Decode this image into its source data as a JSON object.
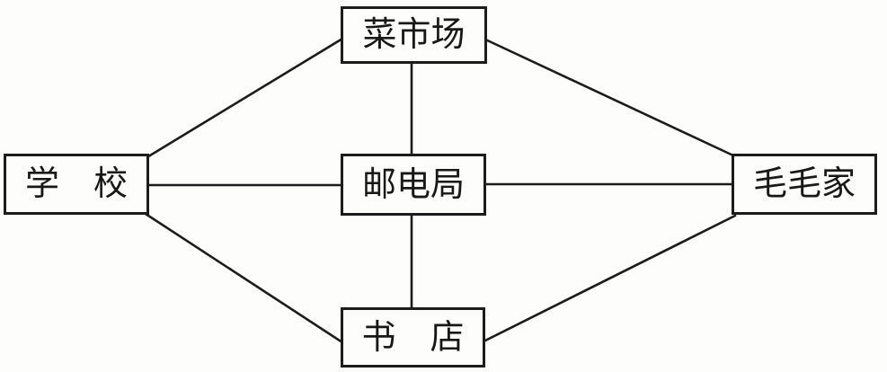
{
  "diagram": {
    "type": "graph",
    "title": "",
    "colors": {
      "ink": "#1c1c1c",
      "paper": "#fdfdfc"
    },
    "nodes": [
      {
        "id": "market",
        "label": "菜市场",
        "position": "top-center"
      },
      {
        "id": "school",
        "label": "学　校",
        "position": "middle-left"
      },
      {
        "id": "post_office",
        "label": "邮电局",
        "position": "center"
      },
      {
        "id": "maomao_home",
        "label": "毛毛家",
        "position": "middle-right"
      },
      {
        "id": "bookstore",
        "label": "书　店",
        "position": "bottom-center"
      }
    ],
    "edges": [
      {
        "from": "school",
        "to": "market"
      },
      {
        "from": "market",
        "to": "maomao_home"
      },
      {
        "from": "market",
        "to": "post_office"
      },
      {
        "from": "school",
        "to": "post_office"
      },
      {
        "from": "post_office",
        "to": "maomao_home"
      },
      {
        "from": "post_office",
        "to": "bookstore"
      },
      {
        "from": "school",
        "to": "bookstore"
      },
      {
        "from": "bookstore",
        "to": "maomao_home"
      }
    ]
  }
}
